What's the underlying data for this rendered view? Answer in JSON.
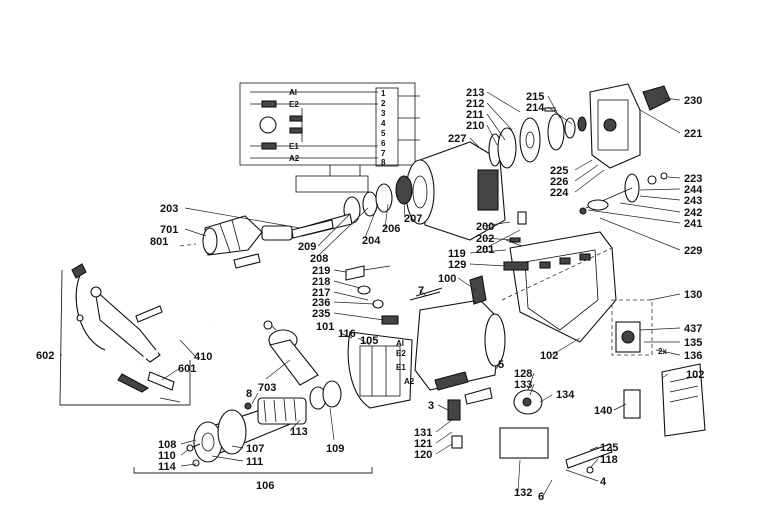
{
  "wiring": {
    "terminals": [
      "AI",
      "E2",
      "E1",
      "A2"
    ],
    "switch_pins": [
      "1",
      "2",
      "3",
      "4",
      "5",
      "6",
      "7",
      "8"
    ]
  },
  "labels": {
    "p213": "213",
    "p212": "212",
    "p211": "211",
    "p210": "210",
    "p227": "227",
    "p215": "215",
    "p214": "214",
    "p230": "230",
    "p221": "221",
    "p225": "225",
    "p226": "226",
    "p224": "224",
    "p223": "223",
    "p244": "244",
    "p243": "243",
    "p242": "242",
    "p241": "241",
    "p229": "229",
    "p203": "203",
    "p701": "701",
    "p801": "801",
    "p209": "209",
    "p208": "208",
    "p204": "204",
    "p206": "206",
    "p207": "207",
    "p200": "200",
    "p202": "202",
    "p201": "201",
    "p119": "119",
    "p129": "129",
    "p219": "219",
    "p218": "218",
    "p217": "217",
    "p236": "236",
    "p235": "235",
    "p100": "100",
    "p7": "7",
    "p130": "130",
    "p437": "437",
    "p135": "135",
    "p136": "136",
    "p2x": "2x",
    "p602": "602",
    "p410": "410",
    "p601": "601",
    "p101": "101",
    "p116": "116",
    "p105": "105",
    "pAI": "AI",
    "pE2": "E2",
    "pE1": "E1",
    "pA2": "A2",
    "p5": "5",
    "p102a": "102",
    "p102b": "102",
    "p703": "703",
    "p8": "8",
    "p113": "113",
    "p109": "109",
    "p3": "3",
    "p128": "128",
    "p133": "133",
    "p134": "134",
    "p140": "140",
    "p131": "131",
    "p121": "121",
    "p120": "120",
    "p125": "125",
    "p118": "118",
    "p4": "4",
    "p132": "132",
    "p6": "6",
    "p108": "108",
    "p110": "110",
    "p114": "114",
    "p107": "107",
    "p111": "111",
    "p106": "106"
  }
}
